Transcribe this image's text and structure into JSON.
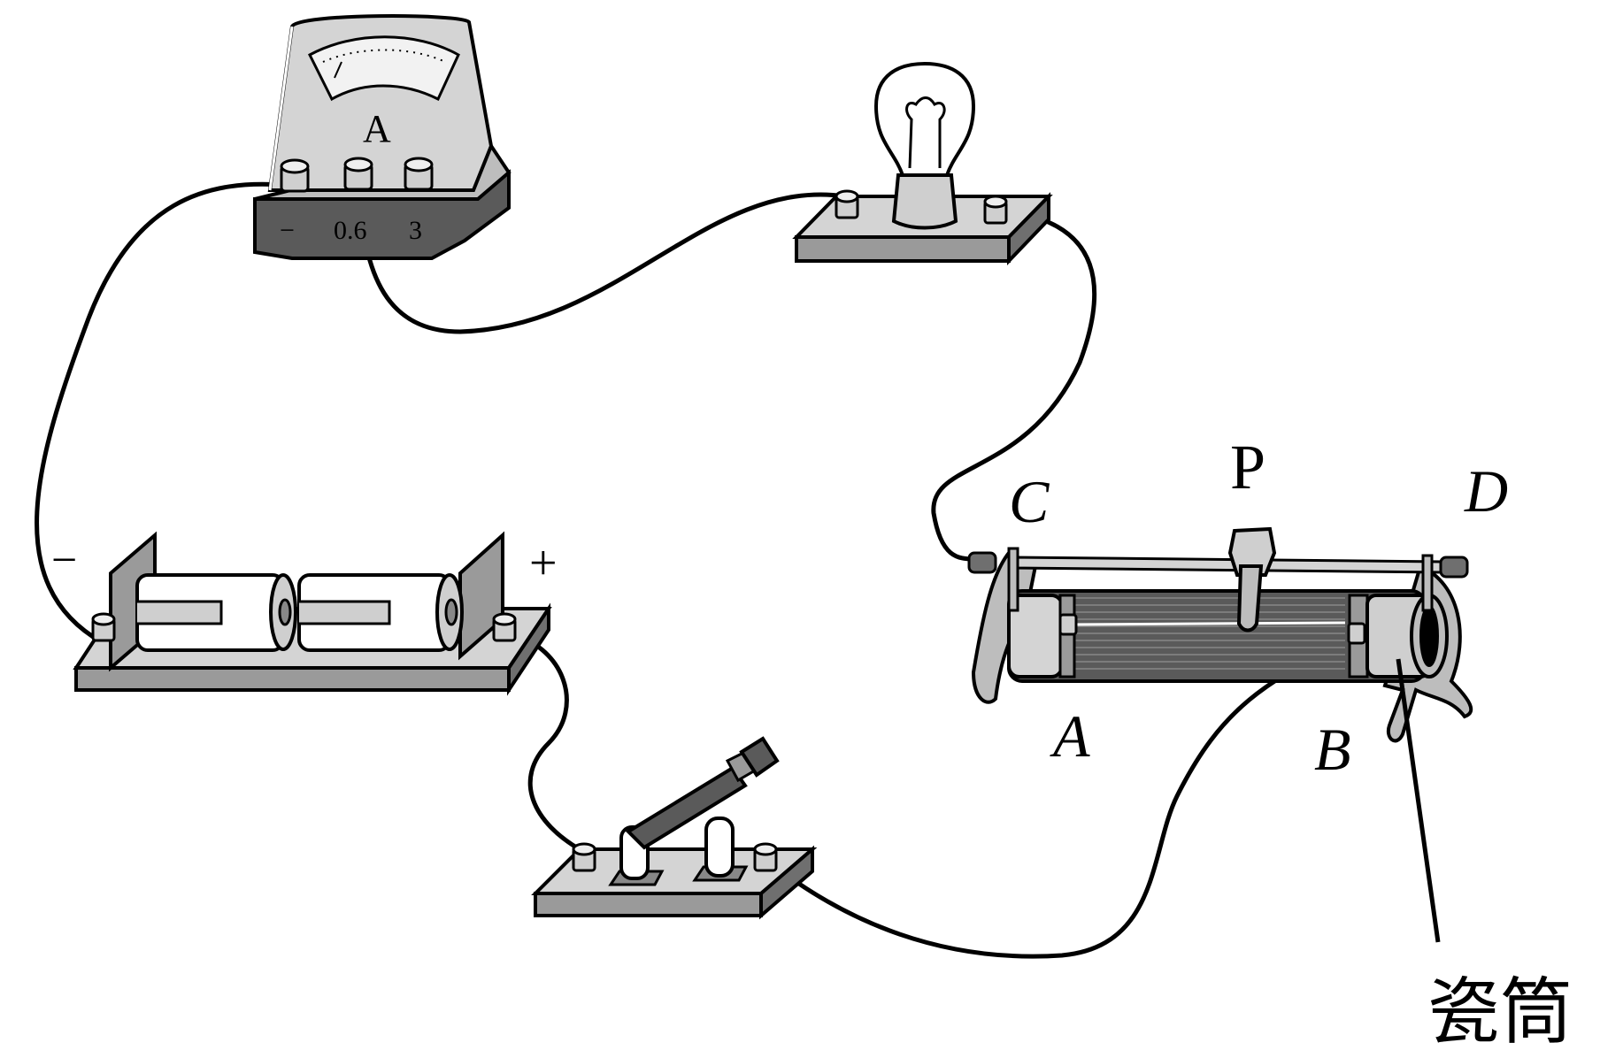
{
  "ammeter": {
    "symbol": "A",
    "terminal_minus": "−",
    "terminal_06": "0.6",
    "terminal_3": "3"
  },
  "battery": {
    "minus_label": "−",
    "plus_label": "+"
  },
  "rheostat": {
    "label_c": "C",
    "label_d": "D",
    "label_p": "P",
    "label_a": "A",
    "label_b": "B",
    "porcelain_label": "瓷筒"
  }
}
